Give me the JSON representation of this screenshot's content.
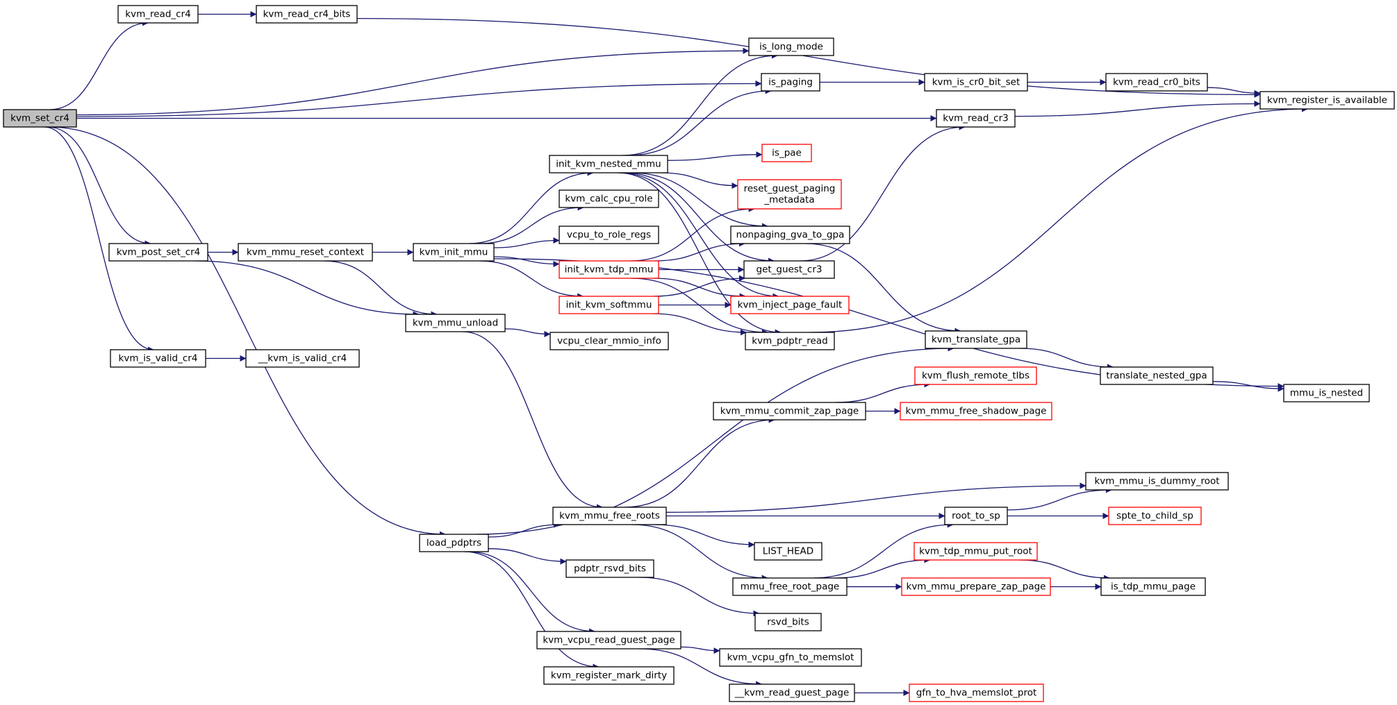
{
  "graph": {
    "title": "kvm_set_cr4",
    "colors": {
      "edge": "#191970",
      "node_border": "#000000",
      "node_border_truncated": "#ff0000",
      "root_fill": "#bfbfbf",
      "background": "#ffffff"
    },
    "nodes": [
      {
        "id": "kvm_set_cr4",
        "label": "kvm_set_cr4",
        "root": true
      },
      {
        "id": "kvm_read_cr4",
        "label": "kvm_read_cr4"
      },
      {
        "id": "kvm_read_cr4_bits",
        "label": "kvm_read_cr4_bits"
      },
      {
        "id": "is_long_mode",
        "label": "is_long_mode"
      },
      {
        "id": "is_paging",
        "label": "is_paging"
      },
      {
        "id": "kvm_is_cr0_bit_set",
        "label": "kvm_is_cr0_bit_set"
      },
      {
        "id": "kvm_read_cr0_bits",
        "label": "kvm_read_cr0_bits"
      },
      {
        "id": "kvm_register_is_available",
        "label": "kvm_register_is_available"
      },
      {
        "id": "kvm_read_cr3",
        "label": "kvm_read_cr3"
      },
      {
        "id": "init_kvm_nested_mmu",
        "label": "init_kvm_nested_mmu"
      },
      {
        "id": "is_pae",
        "label": "is_pae",
        "red": true
      },
      {
        "id": "reset_guest_paging_metadata",
        "label": "reset_guest_paging\n_metadata",
        "red": true
      },
      {
        "id": "kvm_calc_cpu_role",
        "label": "kvm_calc_cpu_role"
      },
      {
        "id": "vcpu_to_role_regs",
        "label": "vcpu_to_role_regs"
      },
      {
        "id": "kvm_post_set_cr4",
        "label": "kvm_post_set_cr4"
      },
      {
        "id": "kvm_mmu_reset_context",
        "label": "kvm_mmu_reset_context"
      },
      {
        "id": "kvm_init_mmu",
        "label": "kvm_init_mmu"
      },
      {
        "id": "nonpaging_gva_to_gpa",
        "label": "nonpaging_gva_to_gpa"
      },
      {
        "id": "init_kvm_tdp_mmu",
        "label": "init_kvm_tdp_mmu",
        "red": true
      },
      {
        "id": "get_guest_cr3",
        "label": "get_guest_cr3"
      },
      {
        "id": "init_kvm_softmmu",
        "label": "init_kvm_softmmu",
        "red": true
      },
      {
        "id": "kvm_inject_page_fault",
        "label": "kvm_inject_page_fault",
        "red": true
      },
      {
        "id": "kvm_mmu_unload",
        "label": "kvm_mmu_unload"
      },
      {
        "id": "vcpu_clear_mmio_info",
        "label": "vcpu_clear_mmio_info"
      },
      {
        "id": "kvm_pdptr_read",
        "label": "kvm_pdptr_read"
      },
      {
        "id": "kvm_is_valid_cr4",
        "label": "kvm_is_valid_cr4"
      },
      {
        "id": "__kvm_is_valid_cr4",
        "label": "__kvm_is_valid_cr4"
      },
      {
        "id": "kvm_translate_gpa",
        "label": "kvm_translate_gpa"
      },
      {
        "id": "kvm_flush_remote_tlbs",
        "label": "kvm_flush_remote_tlbs",
        "red": true
      },
      {
        "id": "translate_nested_gpa",
        "label": "translate_nested_gpa"
      },
      {
        "id": "mmu_is_nested",
        "label": "mmu_is_nested"
      },
      {
        "id": "kvm_mmu_commit_zap_page",
        "label": "kvm_mmu_commit_zap_page"
      },
      {
        "id": "kvm_mmu_free_shadow_page",
        "label": "kvm_mmu_free_shadow_page",
        "red": true
      },
      {
        "id": "kvm_mmu_is_dummy_root",
        "label": "kvm_mmu_is_dummy_root"
      },
      {
        "id": "kvm_mmu_free_roots",
        "label": "kvm_mmu_free_roots"
      },
      {
        "id": "root_to_sp",
        "label": "root_to_sp"
      },
      {
        "id": "spte_to_child_sp",
        "label": "spte_to_child_sp",
        "red": true
      },
      {
        "id": "load_pdptrs",
        "label": "load_pdptrs"
      },
      {
        "id": "LIST_HEAD",
        "label": "LIST_HEAD"
      },
      {
        "id": "kvm_tdp_mmu_put_root",
        "label": "kvm_tdp_mmu_put_root",
        "red": true
      },
      {
        "id": "pdptr_rsvd_bits",
        "label": "pdptr_rsvd_bits"
      },
      {
        "id": "mmu_free_root_page",
        "label": "mmu_free_root_page"
      },
      {
        "id": "kvm_mmu_prepare_zap_page",
        "label": "kvm_mmu_prepare_zap_page",
        "red": true
      },
      {
        "id": "is_tdp_mmu_page",
        "label": "is_tdp_mmu_page"
      },
      {
        "id": "rsvd_bits",
        "label": "rsvd_bits"
      },
      {
        "id": "kvm_vcpu_read_guest_page",
        "label": "kvm_vcpu_read_guest_page"
      },
      {
        "id": "kvm_vcpu_gfn_to_memslot",
        "label": "kvm_vcpu_gfn_to_memslot"
      },
      {
        "id": "kvm_register_mark_dirty",
        "label": "kvm_register_mark_dirty"
      },
      {
        "id": "__kvm_read_guest_page",
        "label": "__kvm_read_guest_page"
      },
      {
        "id": "gfn_to_hva_memslot_prot",
        "label": "gfn_to_hva_memslot_prot",
        "red": true
      }
    ],
    "edges": [
      [
        "kvm_set_cr4",
        "kvm_read_cr4"
      ],
      [
        "kvm_set_cr4",
        "is_long_mode"
      ],
      [
        "kvm_set_cr4",
        "is_paging"
      ],
      [
        "kvm_set_cr4",
        "kvm_read_cr3"
      ],
      [
        "kvm_set_cr4",
        "kvm_post_set_cr4"
      ],
      [
        "kvm_set_cr4",
        "kvm_is_valid_cr4"
      ],
      [
        "kvm_set_cr4",
        "load_pdptrs"
      ],
      [
        "kvm_read_cr4",
        "kvm_read_cr4_bits"
      ],
      [
        "kvm_read_cr4_bits",
        "kvm_register_is_available"
      ],
      [
        "is_paging",
        "kvm_is_cr0_bit_set"
      ],
      [
        "kvm_is_cr0_bit_set",
        "kvm_read_cr0_bits"
      ],
      [
        "kvm_read_cr0_bits",
        "kvm_register_is_available"
      ],
      [
        "kvm_read_cr3",
        "kvm_register_is_available"
      ],
      [
        "kvm_post_set_cr4",
        "kvm_mmu_reset_context"
      ],
      [
        "kvm_post_set_cr4",
        "kvm_mmu_unload"
      ],
      [
        "kvm_mmu_reset_context",
        "kvm_init_mmu"
      ],
      [
        "kvm_mmu_reset_context",
        "kvm_mmu_unload"
      ],
      [
        "kvm_init_mmu",
        "init_kvm_nested_mmu"
      ],
      [
        "kvm_init_mmu",
        "kvm_calc_cpu_role"
      ],
      [
        "kvm_init_mmu",
        "vcpu_to_role_regs"
      ],
      [
        "kvm_init_mmu",
        "init_kvm_tdp_mmu"
      ],
      [
        "kvm_init_mmu",
        "init_kvm_softmmu"
      ],
      [
        "kvm_init_mmu",
        "mmu_is_nested"
      ],
      [
        "init_kvm_nested_mmu",
        "is_long_mode"
      ],
      [
        "init_kvm_nested_mmu",
        "is_paging"
      ],
      [
        "init_kvm_nested_mmu",
        "is_pae"
      ],
      [
        "init_kvm_nested_mmu",
        "reset_guest_paging_metadata"
      ],
      [
        "init_kvm_nested_mmu",
        "nonpaging_gva_to_gpa"
      ],
      [
        "init_kvm_nested_mmu",
        "get_guest_cr3"
      ],
      [
        "init_kvm_nested_mmu",
        "kvm_inject_page_fault"
      ],
      [
        "init_kvm_nested_mmu",
        "kvm_pdptr_read"
      ],
      [
        "init_kvm_tdp_mmu",
        "reset_guest_paging_metadata"
      ],
      [
        "init_kvm_tdp_mmu",
        "nonpaging_gva_to_gpa"
      ],
      [
        "init_kvm_tdp_mmu",
        "get_guest_cr3"
      ],
      [
        "init_kvm_tdp_mmu",
        "kvm_inject_page_fault"
      ],
      [
        "init_kvm_tdp_mmu",
        "kvm_pdptr_read"
      ],
      [
        "init_kvm_softmmu",
        "get_guest_cr3"
      ],
      [
        "init_kvm_softmmu",
        "kvm_inject_page_fault"
      ],
      [
        "init_kvm_softmmu",
        "kvm_pdptr_read"
      ],
      [
        "get_guest_cr3",
        "kvm_read_cr3"
      ],
      [
        "nonpaging_gva_to_gpa",
        "kvm_translate_gpa"
      ],
      [
        "kvm_pdptr_read",
        "kvm_register_is_available"
      ],
      [
        "kvm_mmu_unload",
        "vcpu_clear_mmio_info"
      ],
      [
        "kvm_mmu_unload",
        "kvm_mmu_free_roots"
      ],
      [
        "kvm_is_valid_cr4",
        "__kvm_is_valid_cr4"
      ],
      [
        "kvm_translate_gpa",
        "translate_nested_gpa"
      ],
      [
        "translate_nested_gpa",
        "mmu_is_nested"
      ],
      [
        "kvm_mmu_commit_zap_page",
        "kvm_flush_remote_tlbs"
      ],
      [
        "kvm_mmu_commit_zap_page",
        "kvm_mmu_free_shadow_page"
      ],
      [
        "kvm_mmu_free_roots",
        "kvm_mmu_commit_zap_page"
      ],
      [
        "kvm_mmu_free_roots",
        "kvm_mmu_is_dummy_root"
      ],
      [
        "kvm_mmu_free_roots",
        "root_to_sp"
      ],
      [
        "kvm_mmu_free_roots",
        "LIST_HEAD"
      ],
      [
        "kvm_mmu_free_roots",
        "mmu_free_root_page"
      ],
      [
        "root_to_sp",
        "kvm_mmu_is_dummy_root"
      ],
      [
        "root_to_sp",
        "spte_to_child_sp"
      ],
      [
        "load_pdptrs",
        "kvm_translate_gpa"
      ],
      [
        "load_pdptrs",
        "kvm_mmu_free_roots"
      ],
      [
        "load_pdptrs",
        "pdptr_rsvd_bits"
      ],
      [
        "load_pdptrs",
        "kvm_vcpu_read_guest_page"
      ],
      [
        "load_pdptrs",
        "kvm_register_mark_dirty"
      ],
      [
        "mmu_free_root_page",
        "root_to_sp"
      ],
      [
        "mmu_free_root_page",
        "kvm_tdp_mmu_put_root"
      ],
      [
        "mmu_free_root_page",
        "kvm_mmu_prepare_zap_page"
      ],
      [
        "mmu_free_root_page",
        "is_tdp_mmu_page"
      ],
      [
        "kvm_tdp_mmu_put_root",
        "is_tdp_mmu_page"
      ],
      [
        "pdptr_rsvd_bits",
        "rsvd_bits"
      ],
      [
        "kvm_vcpu_read_guest_page",
        "kvm_vcpu_gfn_to_memslot"
      ],
      [
        "kvm_vcpu_read_guest_page",
        "__kvm_read_guest_page"
      ],
      [
        "__kvm_read_guest_page",
        "gfn_to_hva_memslot_prot"
      ]
    ]
  }
}
